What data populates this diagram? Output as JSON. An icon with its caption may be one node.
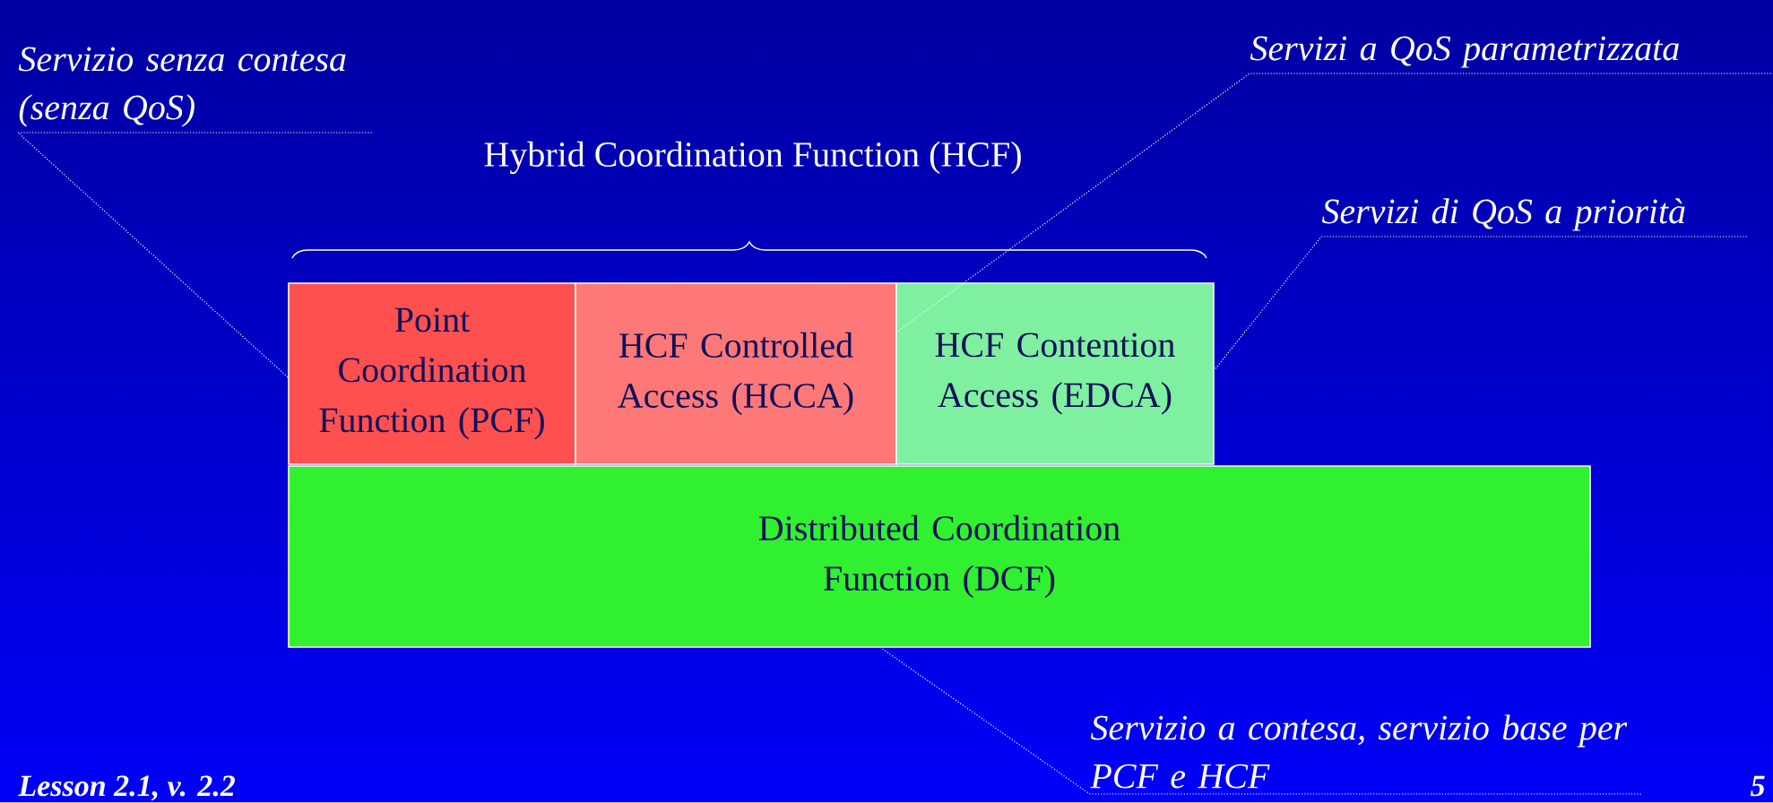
{
  "diagram": {
    "nodes": [
      {
        "text": [
          "Servizio senza contesa (senza QoS)"
        ]
      },
      {
        "text": [
          "Servizi a QoS parametrizzata"
        ]
      },
      {
        "text": [
          "Servizi di QoS a priorità"
        ]
      },
      {
        "text": [
          "Point Coordination Function (PCF)"
        ]
      },
      {
        "text": [
          "HCF Controlled Access (HCCA)"
        ]
      },
      {
        "text": [
          "HCF Contention Access (EDCA)"
        ]
      },
      {
        "text": [
          "Distributed Coordination Function (DCF)"
        ]
      },
      {
        "text": [
          "Servizio a contesa, servizio base per PCF e HCF"
        ]
      }
    ],
    "edges": [
      {
        "from": 0,
        "to": 3,
        "arrow": "none"
      },
      {
        "from": 1,
        "to": 4,
        "arrow": "none"
      },
      {
        "from": 2,
        "to": 5,
        "arrow": "none"
      },
      {
        "from": 7,
        "to": 6,
        "arrow": "none"
      }
    ],
    "labels": [
      "Hybrid Coordination Function (HCF)",
      "Lesson 2.1, v. 2.2",
      "5"
    ]
  }
}
